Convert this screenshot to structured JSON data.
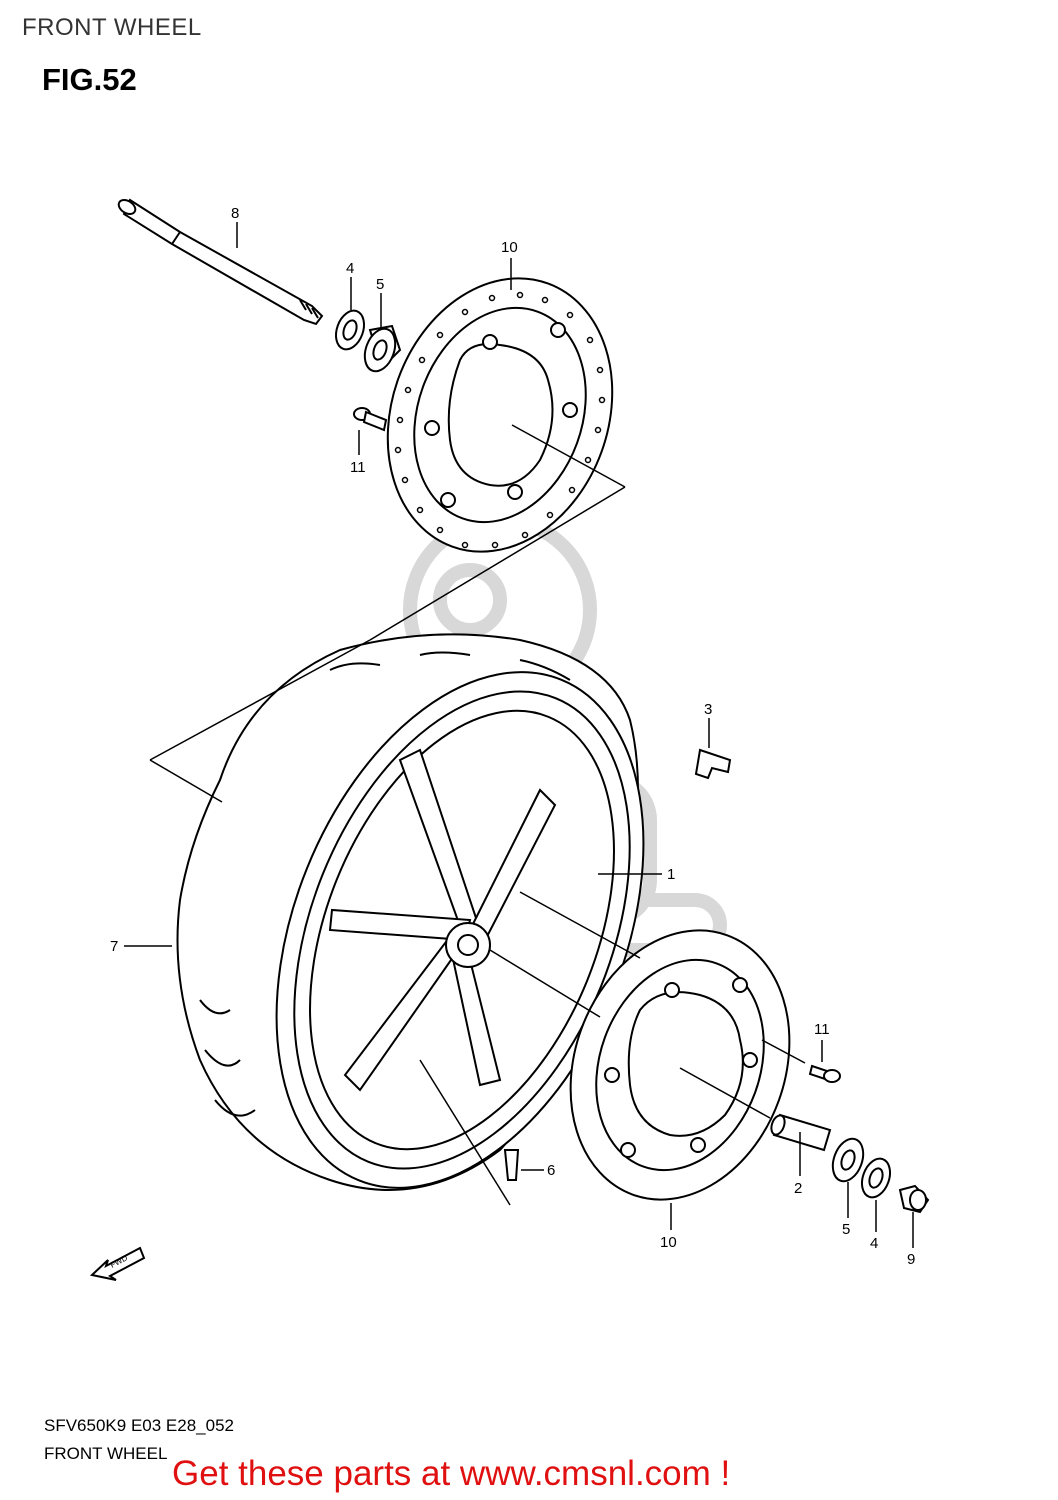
{
  "header": {
    "section_title": "FRONT WHEEL"
  },
  "figure": {
    "label": "FIG.52"
  },
  "callouts": [
    {
      "id": "c8",
      "text": "8"
    },
    {
      "id": "c10a",
      "text": "10"
    },
    {
      "id": "c4a",
      "text": "4"
    },
    {
      "id": "c5a",
      "text": "5"
    },
    {
      "id": "c11a",
      "text": "11"
    },
    {
      "id": "c3",
      "text": "3"
    },
    {
      "id": "c1",
      "text": "1"
    },
    {
      "id": "c7",
      "text": "7"
    },
    {
      "id": "c11b",
      "text": "11"
    },
    {
      "id": "c6",
      "text": "6"
    },
    {
      "id": "c2",
      "text": "2"
    },
    {
      "id": "c5b",
      "text": "5"
    },
    {
      "id": "c4b",
      "text": "4"
    },
    {
      "id": "c10b",
      "text": "10"
    },
    {
      "id": "c9",
      "text": "9"
    }
  ],
  "fwd_marker": "FWD",
  "footer": {
    "model_code": "SFV650K9 E03 E28_052",
    "subtitle": "FRONT WHEEL",
    "banner": "Get these parts at www.cmsnl.com !"
  },
  "colors": {
    "banner": "#e01010",
    "watermark": "#d8d8d8"
  }
}
